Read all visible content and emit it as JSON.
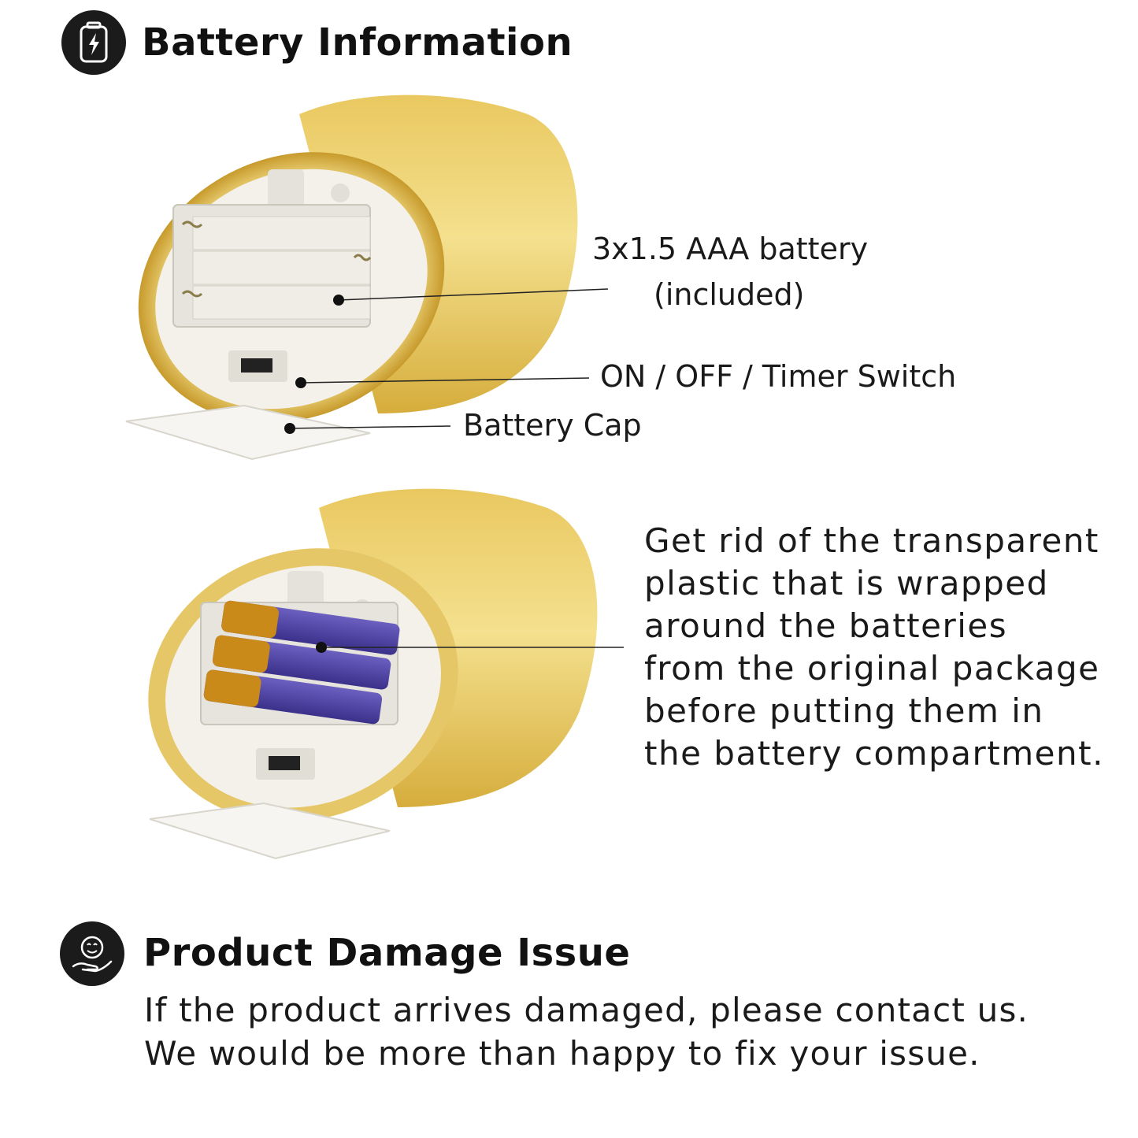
{
  "battery_section": {
    "icon": "battery-charging-icon",
    "title": "Battery Information",
    "callouts": {
      "battery_line1": "3x1.5 AAA battery",
      "battery_line2": "(included)",
      "switch": "ON / OFF / Timer Switch",
      "cap": "Battery Cap"
    },
    "instruction_lines": [
      "Get rid of the transparent",
      "plastic that is wrapped",
      "around the batteries",
      "from the original package",
      "before putting them in",
      "the battery compartment."
    ]
  },
  "damage_section": {
    "icon": "hand-smiley-icon",
    "title": "Product Damage Issue",
    "lines": [
      "If the product arrives damaged, please contact us.",
      "We would be more than happy to fix your issue."
    ]
  },
  "colors": {
    "gold": "#d9b23a",
    "gold_light": "#f2dc8a",
    "badge": "#1b1b1b",
    "battery_purple": "#4a3f9a",
    "battery_gold": "#c98a1a"
  }
}
